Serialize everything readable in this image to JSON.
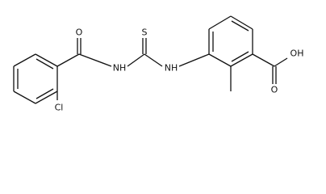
{
  "atoms": {
    "O_amide": "O",
    "NH_left": "NH",
    "S": "S",
    "NH_right": "NH",
    "OH": "OH",
    "O_acid": "O",
    "Cl": "Cl"
  }
}
